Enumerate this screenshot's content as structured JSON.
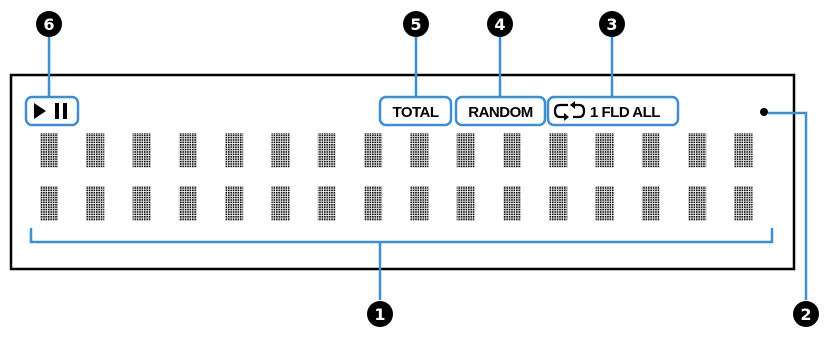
{
  "indicators": {
    "play_pause_icon": "play-pause-icon",
    "total": "TOTAL",
    "random": "RANDOM",
    "repeat_icon": "repeat-icon",
    "repeat_text": "1 FLD ALL"
  },
  "callouts": {
    "c1": "1",
    "c2": "2",
    "c3": "3",
    "c4": "4",
    "c5": "5",
    "c6": "6"
  },
  "display": {
    "rows": 2,
    "columns": 16
  },
  "colors": {
    "highlight": "#3f8fd0",
    "frame": "#000000",
    "callout_fill": "#000000"
  }
}
